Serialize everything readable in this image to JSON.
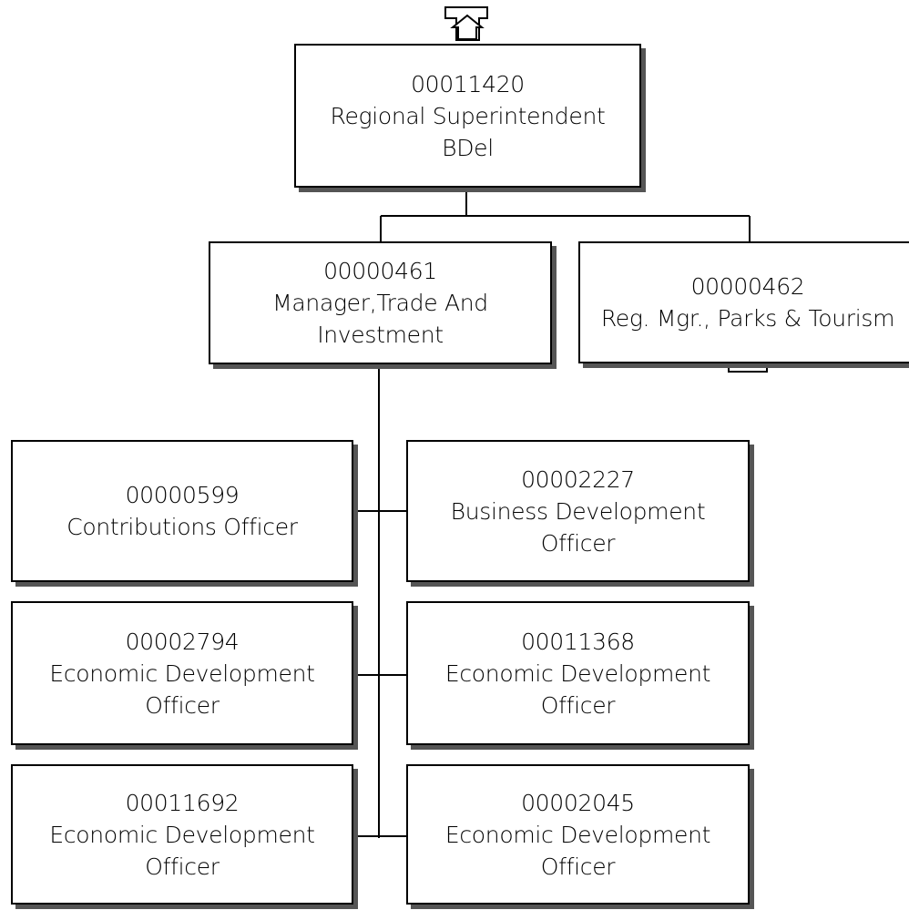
{
  "org_chart": {
    "root": {
      "id": "00011420",
      "title": "Regional Superintendent",
      "extra": "BDel"
    },
    "managers": [
      {
        "id": "00000461",
        "title_line1": "Manager,Trade And",
        "title_line2": "Investment"
      },
      {
        "id": "00000462",
        "title": "Reg. Mgr., Parks & Tourism"
      }
    ],
    "reports": [
      {
        "id": "00000599",
        "title_line1": "Contributions Officer",
        "title_line2": ""
      },
      {
        "id": "00002227",
        "title_line1": "Business Development",
        "title_line2": "Officer"
      },
      {
        "id": "00002794",
        "title_line1": "Economic Development",
        "title_line2": "Officer"
      },
      {
        "id": "00011368",
        "title_line1": "Economic Development",
        "title_line2": "Officer"
      },
      {
        "id": "00011692",
        "title_line1": "Economic Development",
        "title_line2": "Officer"
      },
      {
        "id": "00002045",
        "title_line1": "Economic Development",
        "title_line2": "Officer"
      }
    ],
    "icons": {
      "navigate_up": "arrow-up-icon",
      "navigate_down": "arrow-down-icon"
    }
  }
}
